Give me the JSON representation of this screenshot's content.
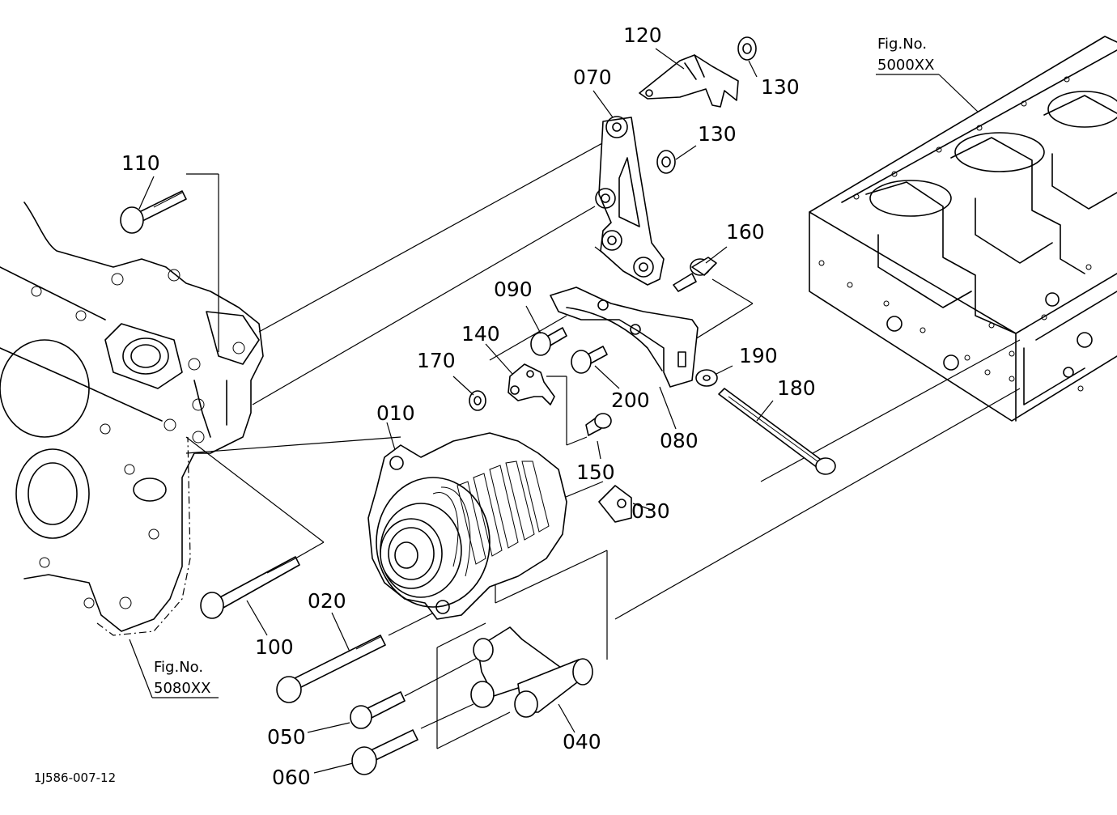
{
  "diagram_code": "1J586-007-12",
  "fig_refs": {
    "top_right": {
      "line1": "Fig.No.",
      "line2": "5000XX"
    },
    "bottom_left": {
      "line1": "Fig.No.",
      "line2": "5080XX"
    }
  },
  "parts": {
    "p010": "010",
    "p020": "020",
    "p030": "030",
    "p040": "040",
    "p050": "050",
    "p060": "060",
    "p070": "070",
    "p080": "080",
    "p090": "090",
    "p100": "100",
    "p110": "110",
    "p120": "120",
    "p130a": "130",
    "p130b": "130",
    "p140": "140",
    "p150": "150",
    "p160": "160",
    "p170": "170",
    "p180": "180",
    "p190": "190",
    "p200": "200"
  }
}
